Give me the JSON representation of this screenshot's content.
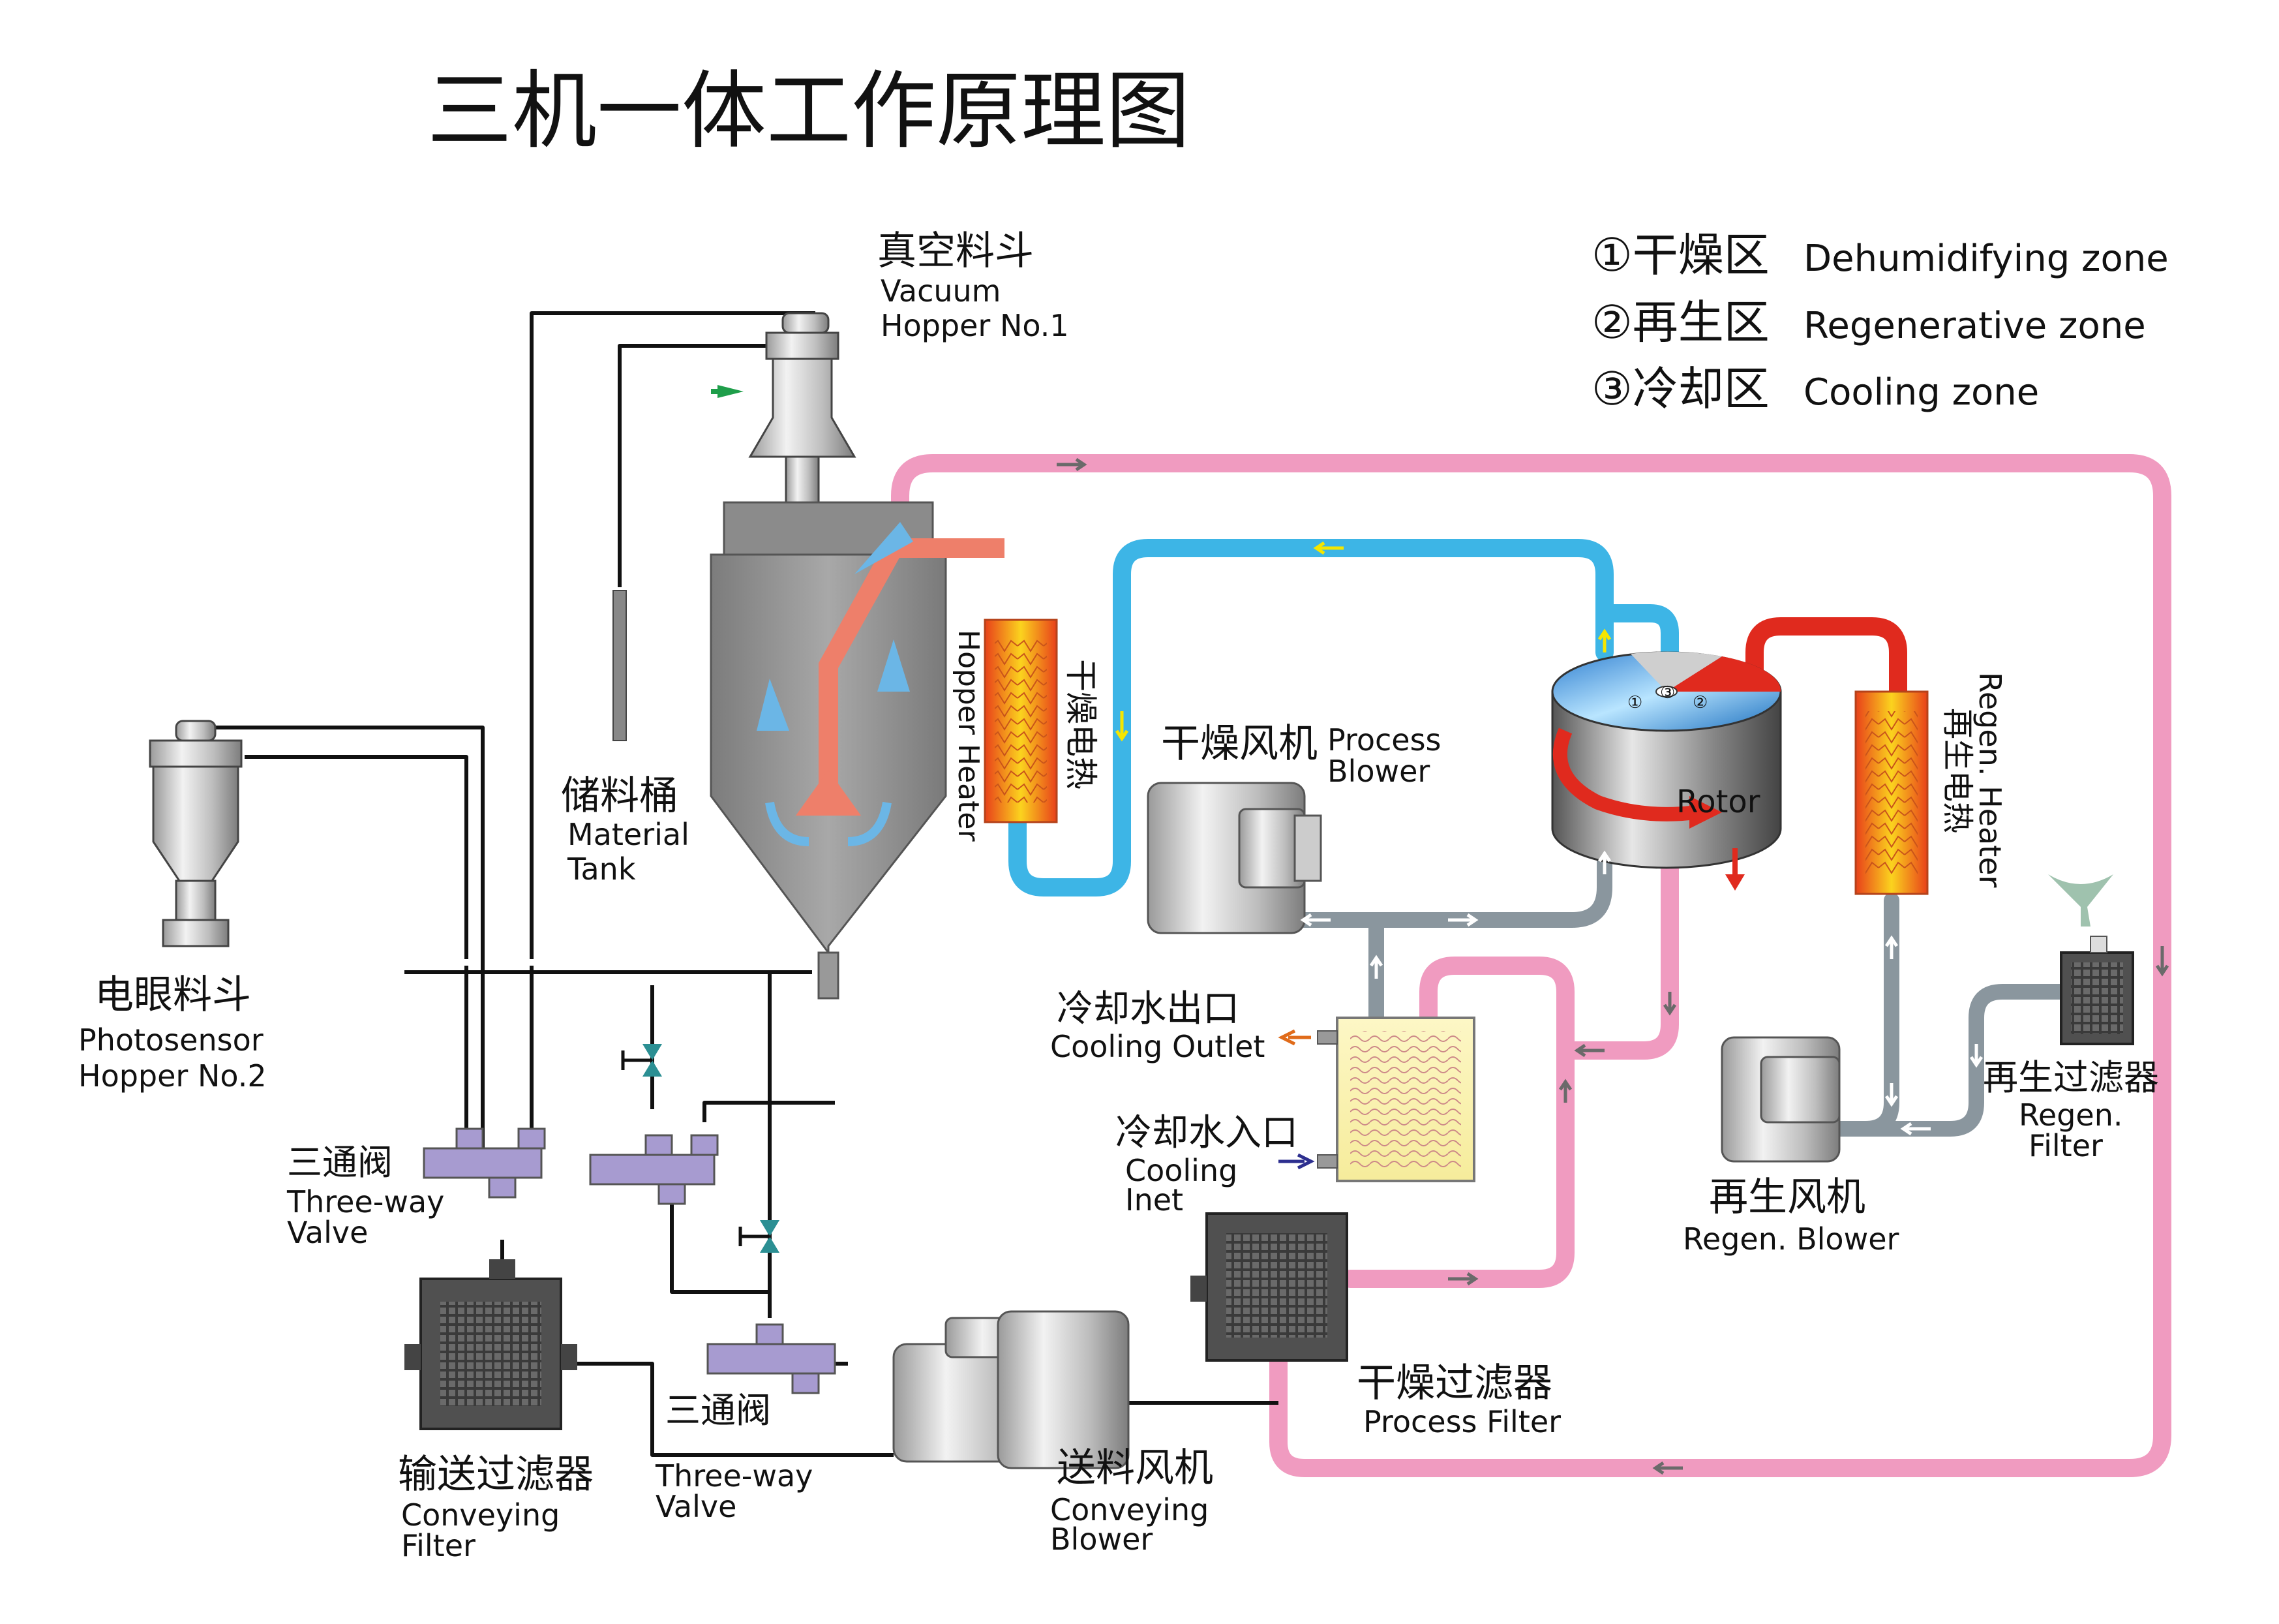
{
  "title": "三机一体工作原理图",
  "legend": {
    "zone1": {
      "zh": "①干燥区",
      "en": "Dehumidifying zone"
    },
    "zone2": {
      "zh": "②再生区",
      "en": "Regenerative zone"
    },
    "zone3": {
      "zh": "③冷却区",
      "en": "Cooling zone"
    }
  },
  "labels": {
    "vacuum_hopper": {
      "zh": "真空料斗",
      "en1": "Vacuum",
      "en2": "Hopper No.1"
    },
    "material_tank": {
      "zh": "储料桶",
      "en1": "Material",
      "en2": "Tank"
    },
    "photosensor_hopper": {
      "zh": "电眼料斗",
      "en1": "Photosensor",
      "en2": "Hopper No.2"
    },
    "hopper_heater": {
      "en": "Hopper Heater",
      "zh": "干燥电热"
    },
    "process_blower": {
      "zh": "干燥风机",
      "en1": "Process",
      "en2": "Blower"
    },
    "rotor": {
      "en": "Rotor",
      "z1": "①",
      "z2": "②",
      "z3": "③"
    },
    "regen_heater": {
      "en": "Regen. Heater",
      "zh": "再生电热"
    },
    "cooling_outlet": {
      "zh": "冷却水出口",
      "en": "Cooling Outlet"
    },
    "cooling_inlet": {
      "zh": "冷却水入口",
      "en1": "Cooling",
      "en2": "Inet"
    },
    "regen_filter": {
      "zh": "再生过滤器",
      "en1": "Regen.",
      "en2": "Filter"
    },
    "regen_blower": {
      "zh": "再生风机",
      "en": "Regen. Blower"
    },
    "three_way_valve_1": {
      "zh": "三通阀",
      "en1": "Three-way",
      "en2": "Valve"
    },
    "three_way_valve_2": {
      "zh": "三通阀",
      "en1": "Three-way",
      "en2": "Valve"
    },
    "process_filter": {
      "zh": "干燥过滤器",
      "en": "Process Filter"
    },
    "conveying_filter": {
      "zh": "输送过滤器",
      "en1": "Conveying",
      "en2": "Filter"
    },
    "conveying_blower": {
      "zh": "送料风机",
      "en1": "Conveying",
      "en2": "Blower"
    }
  },
  "colors": {
    "pink_loop": "#f09bc0",
    "blue_loop": "#3db5e6",
    "red_loop": "#e02a1e",
    "salmon_pipe": "#ee7f6a",
    "gray_pipe": "#8a969e",
    "black_line": "#111111",
    "heater_orange": "#f08a16",
    "valve_purple": "#a79bd0",
    "arrow_yellow": "#f5e600",
    "arrow_green": "#1e9e4a"
  }
}
